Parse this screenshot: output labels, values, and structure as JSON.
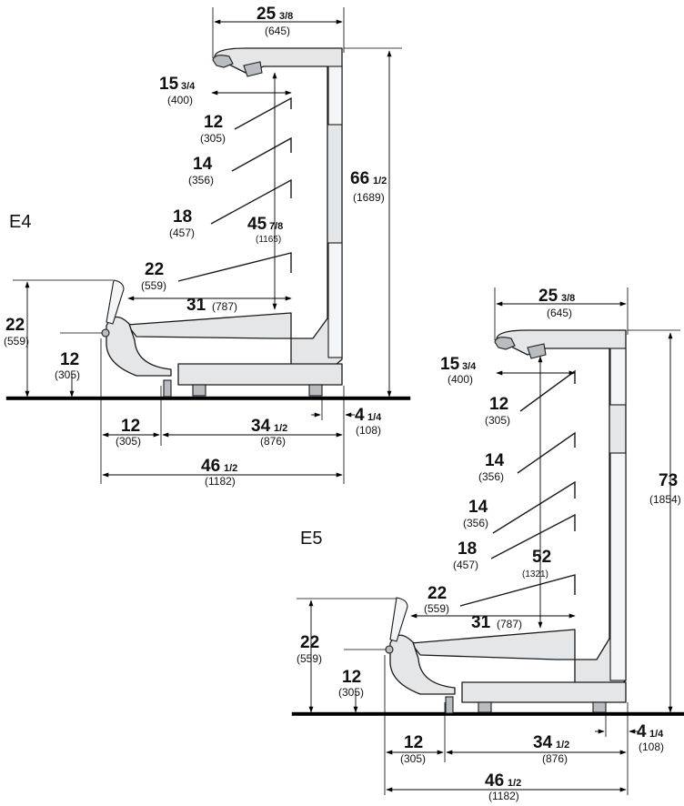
{
  "models": [
    {
      "id": "E4",
      "label": "E4",
      "dims": {
        "top_depth": {
          "whole": "25",
          "frac": "3/8",
          "mm": "(645)"
        },
        "top_shelf": {
          "whole": "15",
          "frac": "3/4",
          "mm": "(400)"
        },
        "shelf_1": {
          "whole": "12",
          "frac": "",
          "mm": "(305)"
        },
        "shelf_2": {
          "whole": "14",
          "frac": "",
          "mm": "(356)"
        },
        "shelf_3": {
          "whole": "18",
          "frac": "",
          "mm": "(457)"
        },
        "shelf_4": {
          "whole": "22",
          "frac": "",
          "mm": "(559)"
        },
        "inner_height": {
          "whole": "45",
          "frac": "7/8",
          "mm": "(1165)"
        },
        "deck": {
          "whole": "31",
          "frac": "",
          "mm": "(787)"
        },
        "total_height": {
          "whole": "66",
          "frac": "1/2",
          "mm": "(1689)"
        },
        "front_height": {
          "whole": "22",
          "frac": "",
          "mm": "(559)"
        },
        "bumper_height": {
          "whole": "12",
          "frac": "",
          "mm": "(305)"
        },
        "front_overhang": {
          "whole": "12",
          "frac": "",
          "mm": "(305)"
        },
        "base_depth": {
          "whole": "34",
          "frac": "1/2",
          "mm": "(876)"
        },
        "rear_offset": {
          "whole": "4",
          "frac": "1/4",
          "mm": "(108)"
        },
        "total_depth": {
          "whole": "46",
          "frac": "1/2",
          "mm": "(1182)"
        }
      }
    },
    {
      "id": "E5",
      "label": "E5",
      "dims": {
        "top_depth": {
          "whole": "25",
          "frac": "3/8",
          "mm": "(645)"
        },
        "top_shelf": {
          "whole": "15",
          "frac": "3/4",
          "mm": "(400)"
        },
        "shelf_1": {
          "whole": "12",
          "frac": "",
          "mm": "(305)"
        },
        "shelf_2": {
          "whole": "14",
          "frac": "",
          "mm": "(356)"
        },
        "shelf_3": {
          "whole": "14",
          "frac": "",
          "mm": "(356)"
        },
        "shelf_4": {
          "whole": "18",
          "frac": "",
          "mm": "(457)"
        },
        "shelf_5": {
          "whole": "22",
          "frac": "",
          "mm": "(559)"
        },
        "inner_height": {
          "whole": "52",
          "frac": "",
          "mm": "(1321)"
        },
        "deck": {
          "whole": "31",
          "frac": "",
          "mm": "(787)"
        },
        "total_height": {
          "whole": "73",
          "frac": "",
          "mm": "(1854)"
        },
        "front_height": {
          "whole": "22",
          "frac": "",
          "mm": "(559)"
        },
        "bumper_height": {
          "whole": "12",
          "frac": "",
          "mm": "(305)"
        },
        "front_overhang": {
          "whole": "12",
          "frac": "",
          "mm": "(305)"
        },
        "base_depth": {
          "whole": "34",
          "frac": "1/2",
          "mm": "(876)"
        },
        "rear_offset": {
          "whole": "4",
          "frac": "1/4",
          "mm": "(108)"
        },
        "total_depth": {
          "whole": "46",
          "frac": "1/2",
          "mm": "(1182)"
        }
      }
    }
  ]
}
